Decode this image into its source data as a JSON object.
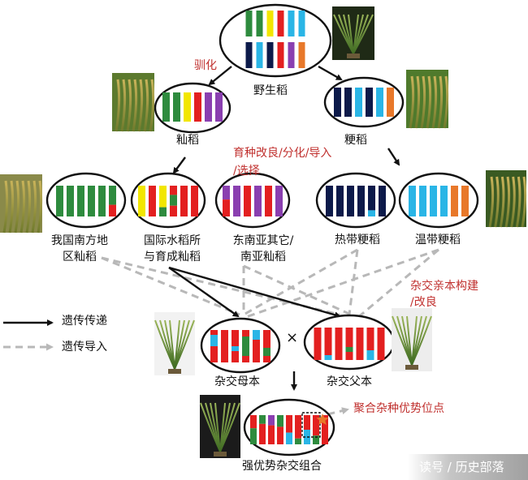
{
  "labels": {
    "wild": "野生稻",
    "indica": "籼稻",
    "japonica": "粳稻",
    "domestication": "驯化",
    "breeding": "育种改良/分化/导入\n/选择",
    "cn_indica": "我国南方地\n区籼稻",
    "irri_indica": "国际水稻所\n与育成籼稻",
    "sea_indica": "东南亚其它/\n南亚籼稻",
    "trop_jap": "热带粳稻",
    "temp_jap": "温带粳稻",
    "parent_build": "杂交亲本构建\n/改良",
    "female": "杂交母本",
    "male": "杂交父本",
    "cross": "×",
    "elite": "强优势杂交组合",
    "heterosis": "聚合杂种优势位点",
    "legend_transmit": "遗传传递",
    "legend_introgress": "遗传导入",
    "watermark": "读号 / 历史部落"
  },
  "colors": {
    "green": "#2e8b3e",
    "yellow": "#f2e600",
    "red": "#e32020",
    "purple": "#8a3fb0",
    "navy": "#0c1a4a",
    "cyan": "#2ab5e6",
    "orange": "#e8782a",
    "accent_text": "#c0302e",
    "dash": "#b8b8b8"
  },
  "icons": {
    "photo": "rice-plant-photo",
    "star": "star-icon"
  }
}
